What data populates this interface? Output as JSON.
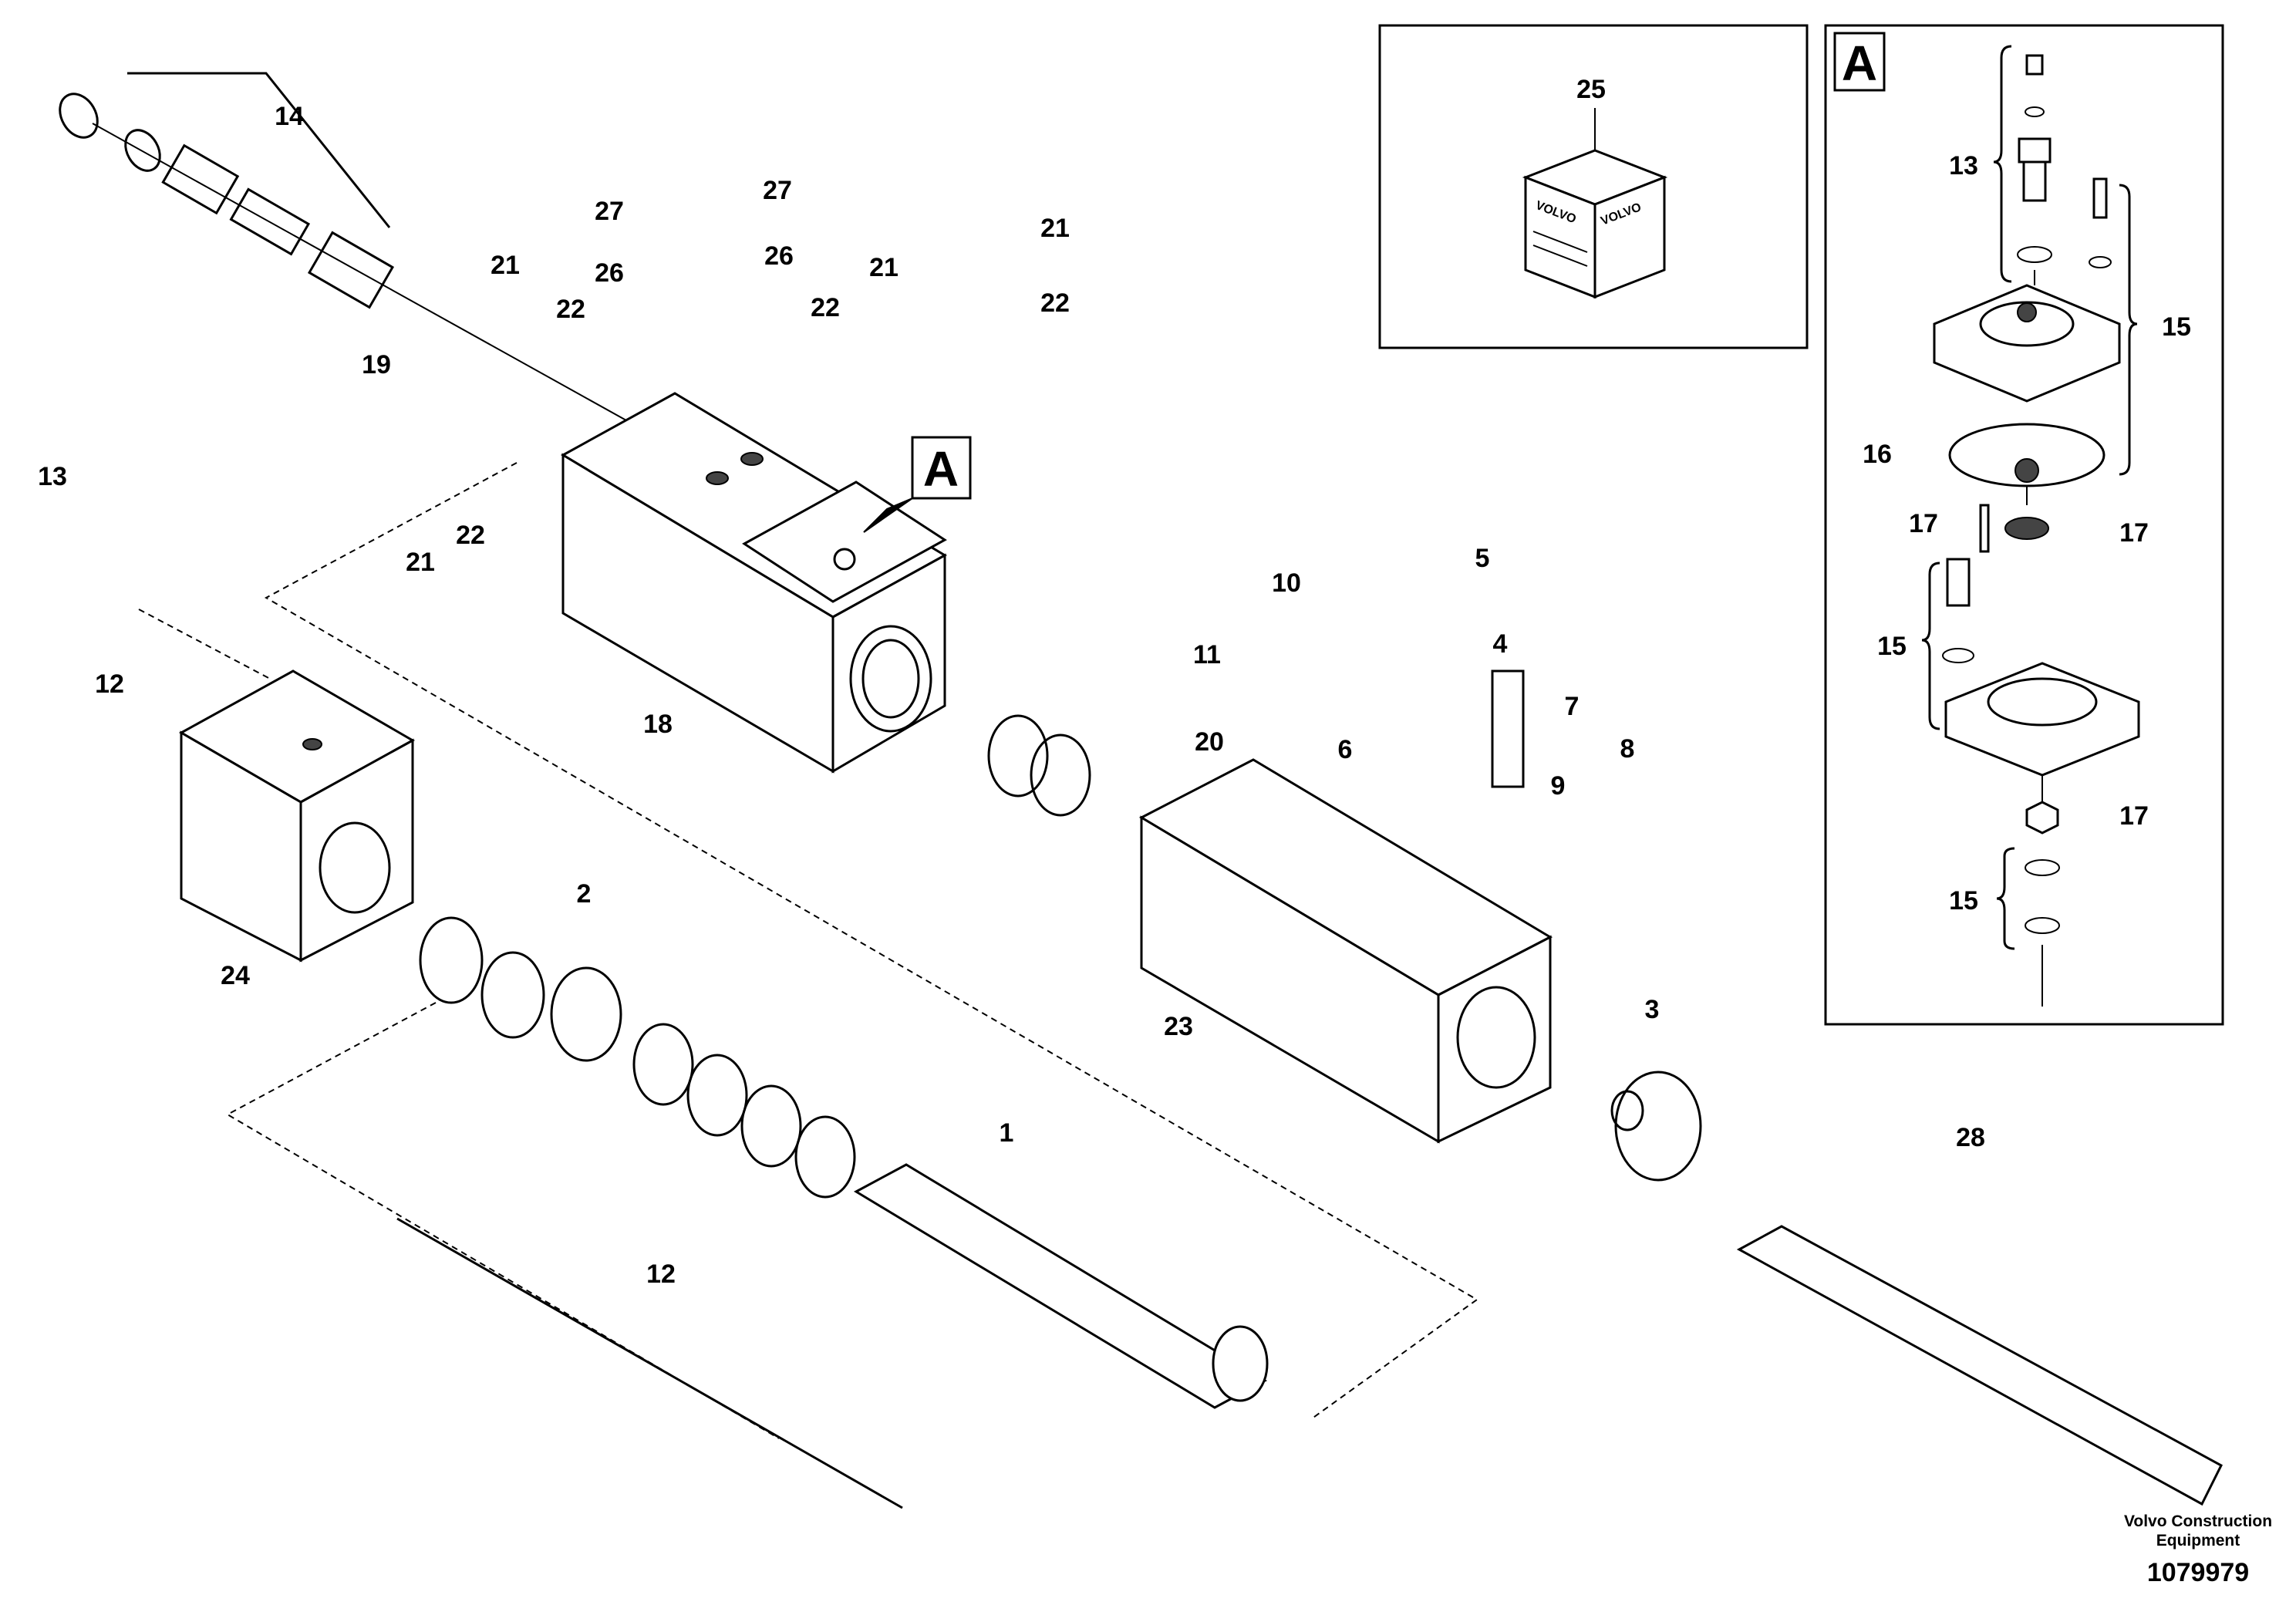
{
  "title": "",
  "inset_a": {
    "letter": "A"
  },
  "callout_a": "A",
  "kit_box": {
    "brand_text": "VOLVO"
  },
  "footer": {
    "brand_line1": "Volvo Construction",
    "brand_line2": "Equipment",
    "drawing_number": "1079979"
  },
  "labels": {
    "p1": "1",
    "p2": "2",
    "p3": "3",
    "p4": "4",
    "p5": "5",
    "p6": "6",
    "p7": "7",
    "p8": "8",
    "p9": "9",
    "p10": "10",
    "p11": "11",
    "p12a": "12",
    "p12b": "12",
    "p13a": "13",
    "p13b": "13",
    "p14": "14",
    "p15a": "15",
    "p15b": "15",
    "p15c": "15",
    "p16": "16",
    "p17a": "17",
    "p17b": "17",
    "p17c": "17",
    "p18": "18",
    "p19": "19",
    "p20": "20",
    "p21a": "21",
    "p21b": "21",
    "p21c": "21",
    "p21d": "21",
    "p22a": "22",
    "p22b": "22",
    "p22c": "22",
    "p22d": "22",
    "p23": "23",
    "p24": "24",
    "p25": "25",
    "p26a": "26",
    "p26b": "26",
    "p27a": "27",
    "p27b": "27",
    "p28": "28"
  }
}
